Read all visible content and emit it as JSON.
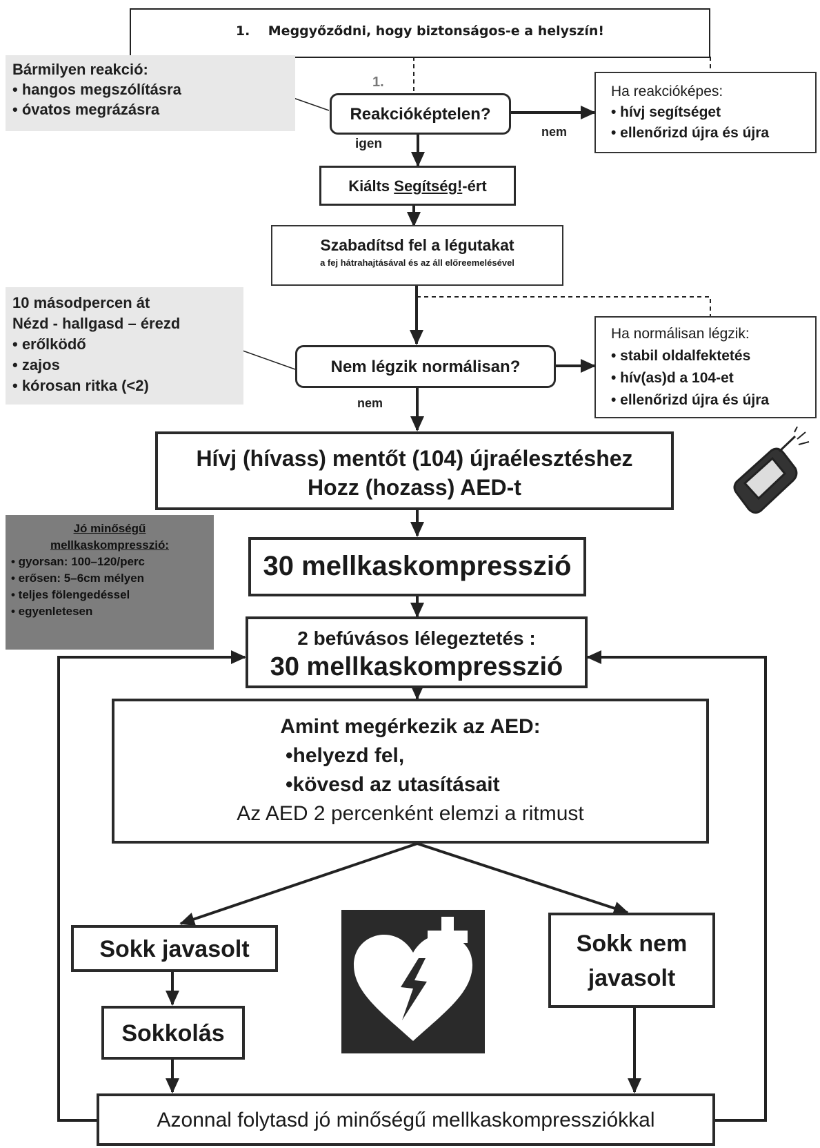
{
  "title_step": "1.    Meggyőződni, hogy biztonságos-e a helyszín!",
  "top_note": {
    "lines": [
      "Bármilyen reakció:",
      "• hangos megszólításra",
      "• óvatos megrázásra"
    ]
  },
  "step_unresponsive": {
    "question": "Reakcióképtelen?",
    "yes_label": "igen",
    "no_label": "nem",
    "scribble": "1."
  },
  "responsive_note": {
    "lines": [
      "Ha reakcióképes:",
      "• hívj segítséget",
      "• ellenőrizd újra és újra"
    ]
  },
  "shout_help": {
    "prefix": "Kiálts ",
    "underlined": "Segítség!",
    "suffix": "-ért"
  },
  "airway": {
    "title": "Szabadítsd fel a légutakat",
    "subtitle": "a fej hátrahajtásával és az áll előreemelésével"
  },
  "breathing_note": {
    "lines": [
      "10 másodpercen át",
      "Nézd - hallgasd – érezd",
      "• erőlködő",
      "• zajos",
      "• kórosan ritka (<2)"
    ]
  },
  "step_breathing": {
    "question": "Nem légzik normálisan?",
    "no_label": "nem"
  },
  "breathing_normal_note": {
    "lines": [
      "Ha normálisan légzik:",
      "• stabil oldalfektetés",
      "• hív(as)d a 104-et",
      "• ellenőrizd újra és újra"
    ]
  },
  "call_ambulance": {
    "line1": "Hívj (hívass) mentőt (104) újraélesztéshez",
    "line2": "Hozz (hozass) AED-t"
  },
  "quality_note": {
    "heading1": "Jó minőségű",
    "heading2": "mellkaskompresszió:",
    "items": [
      "• gyorsan: 100–120/perc",
      "• erősen: 5–6cm mélyen",
      "• teljes fölengedéssel",
      "• egyenletesen"
    ]
  },
  "compressions_30": "30 mellkaskompresszió",
  "ratio_box": {
    "line1": "2 befúvásos lélegeztetés :",
    "line2": "30 mellkaskompresszió"
  },
  "aed_box": {
    "line1": "Amint megérkezik az AED:",
    "line2": "•helyezd fel,",
    "line3": "•kövesd az utasításait",
    "line4": "Az AED 2 percenként elemzi a ritmust"
  },
  "shock_advised": "Sokk javasolt",
  "shock_not_advised_1": "Sokk nem",
  "shock_not_advised_2": "javasolt",
  "shocking": "Sokkolás",
  "continue_box": "Azonnal folytasd jó minőségű mellkaskompressziókkal",
  "icons": [
    "phone-icon",
    "aed-heart-icon"
  ]
}
